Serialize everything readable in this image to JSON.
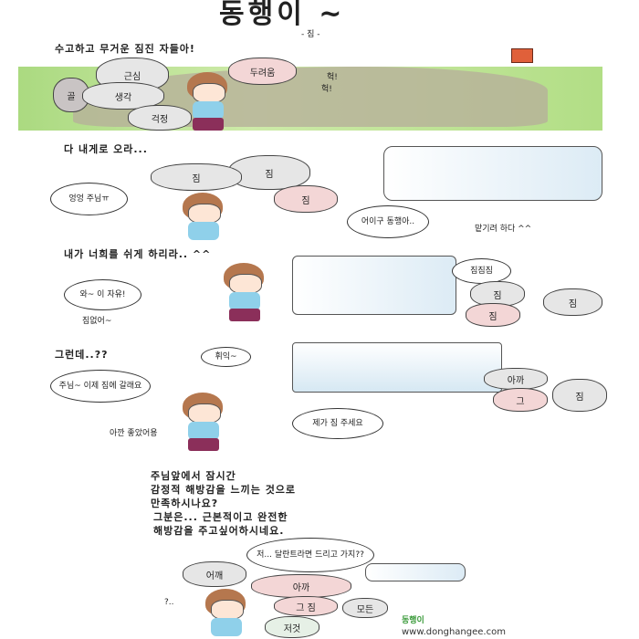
{
  "header": {
    "title": "동행이 ~",
    "subtitle": "- 짐 -"
  },
  "panel1": {
    "caption": "수고하고 무거운 짐진 자들아!",
    "burdens": [
      "근심",
      "두려움",
      "골",
      "생각",
      "걱정"
    ],
    "sfx": [
      "헉!",
      "헉!"
    ]
  },
  "panel2": {
    "caption": "다 내게로 오라...",
    "burdens": [
      "짐",
      "짐",
      "짐"
    ],
    "kid_bubble": "엉엉 주님ㅠ",
    "jesus_bubble": "어이구 동행아..",
    "aside": "맡기려 하다 ^^"
  },
  "panel3": {
    "caption": "내가 너희를 쉬게 하리라.. ^^",
    "kid_bubble": "와~ 이 자유!",
    "aside": "짐없어~",
    "jesus_bubble": "짐짐짐",
    "burdens": [
      "짐",
      "짐",
      "짐"
    ]
  },
  "panel4": {
    "caption": "그런데..??",
    "sfx": "휘익~",
    "kid_bubble": "주님~ 이제 짐에 갈래요",
    "kid_bubble2": "제가 짐 주세요",
    "aside": "아깐 좋았어용",
    "burdens": [
      "아까",
      "그",
      "짐"
    ]
  },
  "panel5": {
    "caption": [
      "주님앞에서 잠시간",
      "감정적 해방감을 느끼는 것으로",
      "만족하시나요?",
      "그분은... 근본적이고 완전한",
      "해방감을 주고싶어하시네요."
    ],
    "jesus_bubble": "저... 달란트라면 드리고 가지??",
    "burdens": [
      "어깨",
      "아까",
      "그 짐",
      "저것",
      "모든"
    ],
    "sfx": "?.."
  },
  "footer": {
    "signature": "동행이",
    "url": "www.donghangee.com"
  }
}
